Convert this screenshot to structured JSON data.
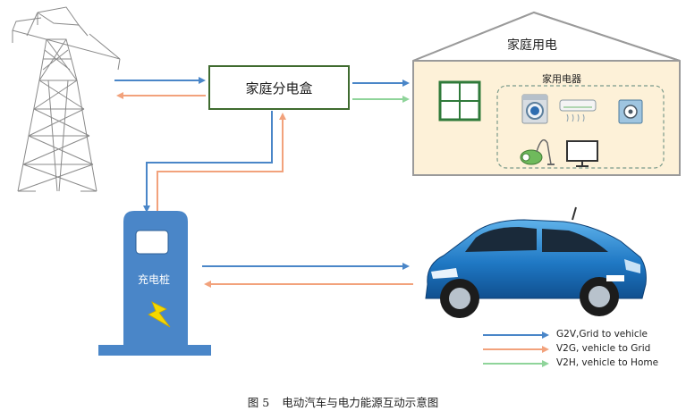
{
  "diagram": {
    "distribution_box": "家庭分电盒",
    "house_title": "家庭用电",
    "appliances_title": "家用电器",
    "charging_station": "充电桩",
    "legend": [
      {
        "label": "G2V,Grid to vehicle",
        "color": "#4a86c8"
      },
      {
        "label": "V2G, vehicle to Grid",
        "color": "#f2a27c"
      },
      {
        "label": "V2H, vehicle to Home",
        "color": "#8fd49a"
      }
    ]
  },
  "caption": {
    "number": "图 5",
    "text": "电动汽车与电力能源互动示意图"
  },
  "colors": {
    "blue_flow": "#4a86c8",
    "orange_flow": "#f2a27c",
    "green_flow": "#8fd49a",
    "house_fill": "#fdf1d8",
    "box_border": "#3f6b2f",
    "station_blue": "#4a86c8"
  }
}
